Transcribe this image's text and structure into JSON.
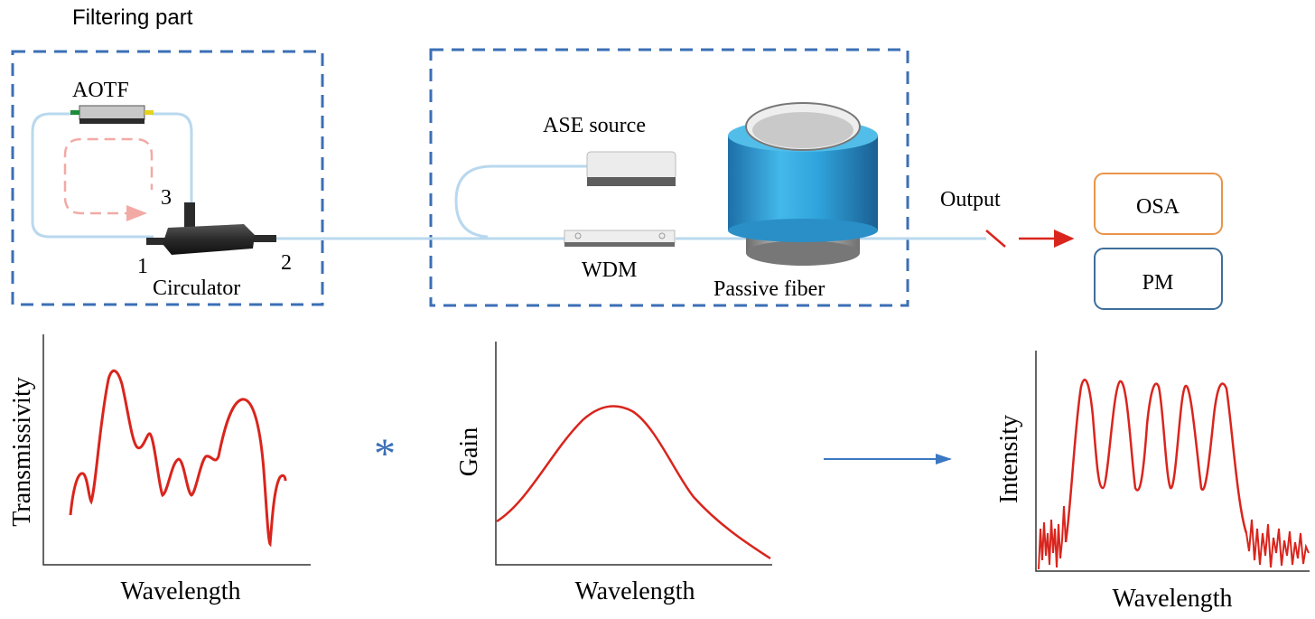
{
  "colors": {
    "box_border": "#3b6fb6",
    "fiber": "#b9d8ee",
    "curve": "#d9251d",
    "osa_border": "#e8954a",
    "pm_border": "#3d6e9a",
    "arrow_blue": "#3b78c4",
    "cylinder_blue": "#2f9fd6"
  },
  "setup": {
    "filtering_title": "Filtering part",
    "aotf_label": "AOTF",
    "port1": "1",
    "port2": "2",
    "port3": "3",
    "circulator_label": "Circulator",
    "ase_label": "ASE source",
    "wdm_label": "WDM",
    "fiber_label": "Passive fiber",
    "output_label": "Output",
    "osa_label": "OSA",
    "pm_label": "PM"
  },
  "plots": {
    "transmissivity": {
      "ylabel": "Transmissivity",
      "xlabel": "Wavelength"
    },
    "operator": "*",
    "gain": {
      "ylabel": "Gain",
      "xlabel": "Wavelength"
    },
    "intensity": {
      "ylabel": "Intensity",
      "xlabel": "Wavelength"
    }
  }
}
